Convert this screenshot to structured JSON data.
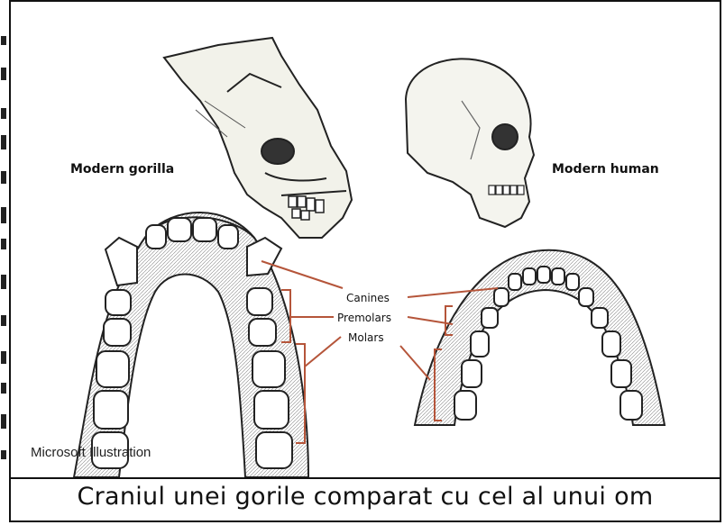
{
  "labels": {
    "gorilla": "Modern gorilla",
    "human": "Modern human",
    "canines": "Canines",
    "premolars": "Premolars",
    "molars": "Molars"
  },
  "credit": "Microsoft Illustration",
  "caption": "Craniul unei gorile comparat cu cel al unui om",
  "colors": {
    "bracket": "#b5553a",
    "line": "#222222"
  }
}
